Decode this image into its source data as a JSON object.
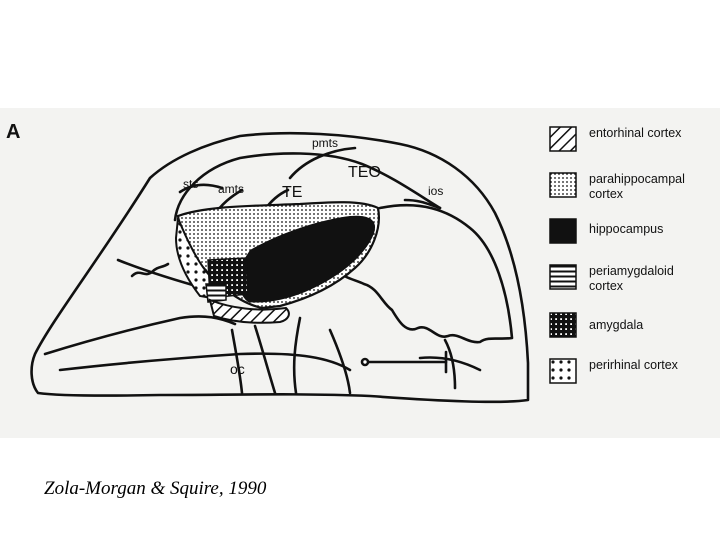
{
  "figure": {
    "panel_letter": "A",
    "labels": {
      "pmts": "pmts",
      "teo": "TEO",
      "sts": "sts",
      "amts": "amts",
      "te": "TE",
      "ios": "ios",
      "oc": "oc"
    }
  },
  "legend": [
    {
      "pattern": "diagonal-hatch",
      "label": "entorhinal cortex"
    },
    {
      "pattern": "fine-dots",
      "label": "parahippocampal cortex"
    },
    {
      "pattern": "solid-black",
      "label": "hippocampus"
    },
    {
      "pattern": "horizontal-lines",
      "label": "periamygdaloid cortex"
    },
    {
      "pattern": "dense-grid",
      "label": "amygdala"
    },
    {
      "pattern": "sparse-dots",
      "label": "perirhinal cortex"
    }
  ],
  "caption": "Zola-Morgan & Squire, 1990",
  "colors": {
    "ink": "#111111",
    "paper": "#f3f3f1",
    "background": "#ffffff"
  }
}
